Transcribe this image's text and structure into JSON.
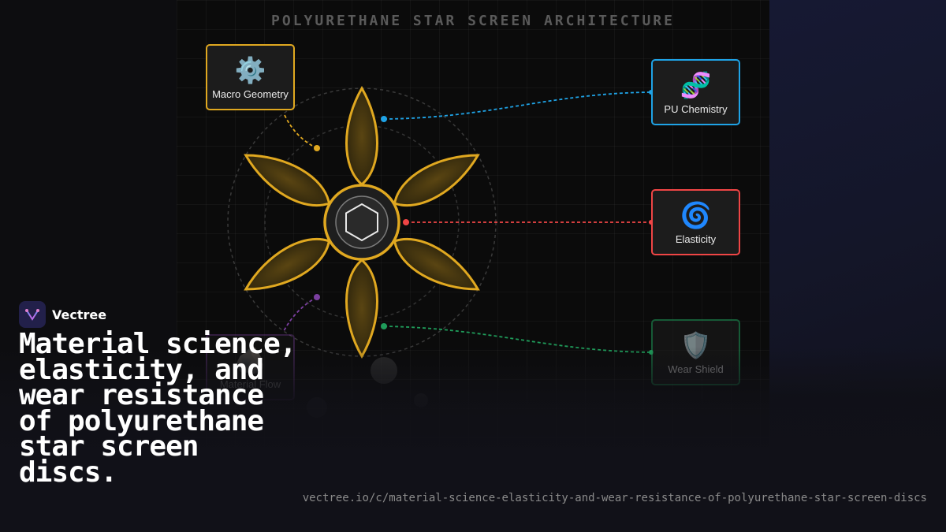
{
  "diagram": {
    "title": "POLYURETHANE STAR SCREEN ARCHITECTURE",
    "nodes": {
      "macro_geometry": {
        "label": "Macro Geometry",
        "icon": "⚙️",
        "icon_name": "gear-icon",
        "color": "#e0a820"
      },
      "pu_chemistry": {
        "label": "PU Chemistry",
        "icon": "🧬",
        "icon_name": "dna-icon",
        "color": "#1fa3e6"
      },
      "elasticity": {
        "label": "Elasticity",
        "icon": "🌀",
        "icon_name": "spiral-icon",
        "color": "#ef4545"
      },
      "wear_shield": {
        "label": "Wear Shield",
        "icon": "🛡️",
        "icon_name": "shield-icon",
        "color": "#1f9c5a"
      },
      "material_flow": {
        "label": "Material Flow",
        "icon": "🪨",
        "icon_name": "rock-icon",
        "color": "#7b3fa0"
      }
    },
    "center": {
      "icon_name": "hexagon-icon",
      "color": "#e0a820"
    }
  },
  "brand": {
    "name": "Vectree",
    "icon_name": "vectree-logo-icon"
  },
  "headline": "Material science, elasticity, and wear resistance of polyurethane star screen discs.",
  "url": "vectree.io/c/material-science-elasticity-and-wear-resistance-of-polyurethane-star-screen-discs"
}
